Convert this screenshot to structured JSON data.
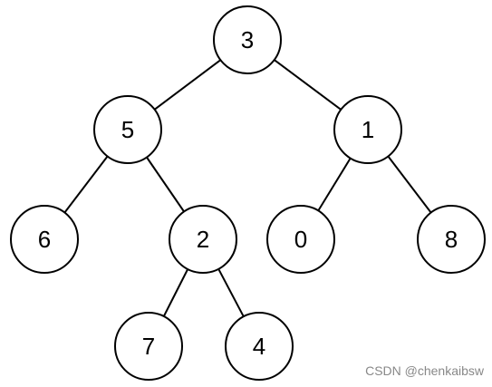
{
  "tree": {
    "nodes": [
      {
        "id": "n3",
        "label": "3"
      },
      {
        "id": "n5",
        "label": "5"
      },
      {
        "id": "n1",
        "label": "1"
      },
      {
        "id": "n6",
        "label": "6"
      },
      {
        "id": "n2",
        "label": "2"
      },
      {
        "id": "n0",
        "label": "0"
      },
      {
        "id": "n8",
        "label": "8"
      },
      {
        "id": "n7",
        "label": "7"
      },
      {
        "id": "n4",
        "label": "4"
      }
    ],
    "edges": [
      {
        "from": "n3",
        "to": "n5"
      },
      {
        "from": "n3",
        "to": "n1"
      },
      {
        "from": "n5",
        "to": "n6"
      },
      {
        "from": "n5",
        "to": "n2"
      },
      {
        "from": "n1",
        "to": "n0"
      },
      {
        "from": "n1",
        "to": "n8"
      },
      {
        "from": "n2",
        "to": "n7"
      },
      {
        "from": "n2",
        "to": "n4"
      }
    ]
  },
  "watermark": "CSDN @chenkaibsw"
}
